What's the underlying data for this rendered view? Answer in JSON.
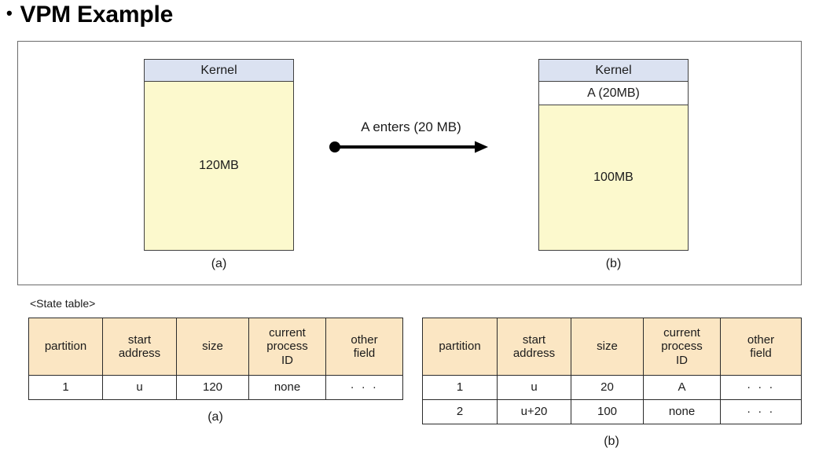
{
  "slide": {
    "bullet": "•",
    "title": "VPM Example"
  },
  "diagram": {
    "left": {
      "segments": [
        {
          "label": "Kernel",
          "kind": "kernel"
        },
        {
          "label": "120MB",
          "kind": "free"
        }
      ],
      "caption": "(a)"
    },
    "right": {
      "segments": [
        {
          "label": "Kernel",
          "kind": "kernel"
        },
        {
          "label": "A (20MB)",
          "kind": "process"
        },
        {
          "label": "100MB",
          "kind": "free"
        }
      ],
      "caption": "(b)"
    },
    "arrow": {
      "label": "A enters (20 MB)",
      "icon": "arrow-right-icon"
    },
    "colors": {
      "kernel": "#dbe2f1",
      "free_memory": "#fcf9cd",
      "process": "#ffffff",
      "table_header": "#fbe6c3",
      "frame_border": "#6b6b6b"
    }
  },
  "state_table": {
    "label": "<State table>",
    "columns": [
      "partition",
      "start\naddress",
      "size",
      "current\nprocess\nID",
      "other\nfield"
    ],
    "columns_display": {
      "c0": "partition",
      "c1_line1": "start",
      "c1_line2": "address",
      "c2": "size",
      "c3_line1": "current",
      "c3_line2": "process",
      "c3_line3": "ID",
      "c4_line1": "other",
      "c4_line2": "field"
    },
    "table_a": {
      "rows": [
        {
          "partition": "1",
          "start_address": "u",
          "size": "120",
          "process_id": "none",
          "other": "· · ·"
        }
      ],
      "caption": "(a)"
    },
    "table_b": {
      "rows": [
        {
          "partition": "1",
          "start_address": "u",
          "size": "20",
          "process_id": "A",
          "other": "· · ·"
        },
        {
          "partition": "2",
          "start_address": "u+20",
          "size": "100",
          "process_id": "none",
          "other": "· · ·"
        }
      ],
      "caption": "(b)"
    }
  }
}
